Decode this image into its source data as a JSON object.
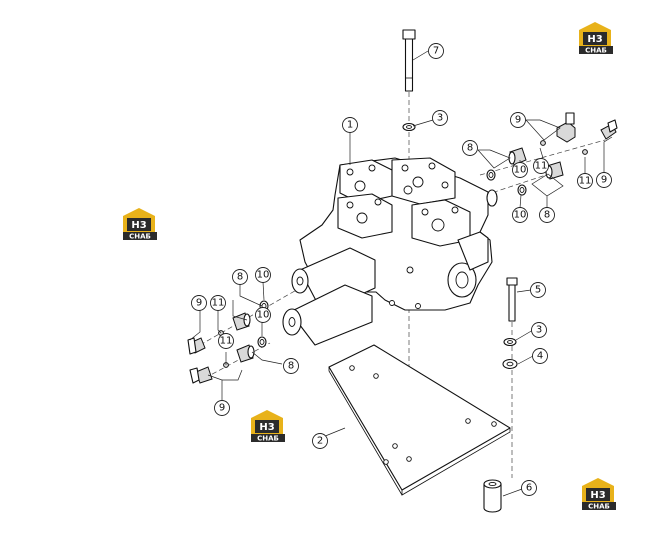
{
  "callouts": [
    "1",
    "2",
    "3",
    "4",
    "5",
    "6",
    "7",
    "8",
    "9",
    "10",
    "11"
  ],
  "watermark": {
    "mark": "H3",
    "word": "СНАБ",
    "colors": {
      "gold": "#E8B21A",
      "dark": "#2B2B2B"
    }
  },
  "colors": {
    "line": "#111111",
    "background": "#ffffff",
    "shade": "#d9d9d9"
  }
}
